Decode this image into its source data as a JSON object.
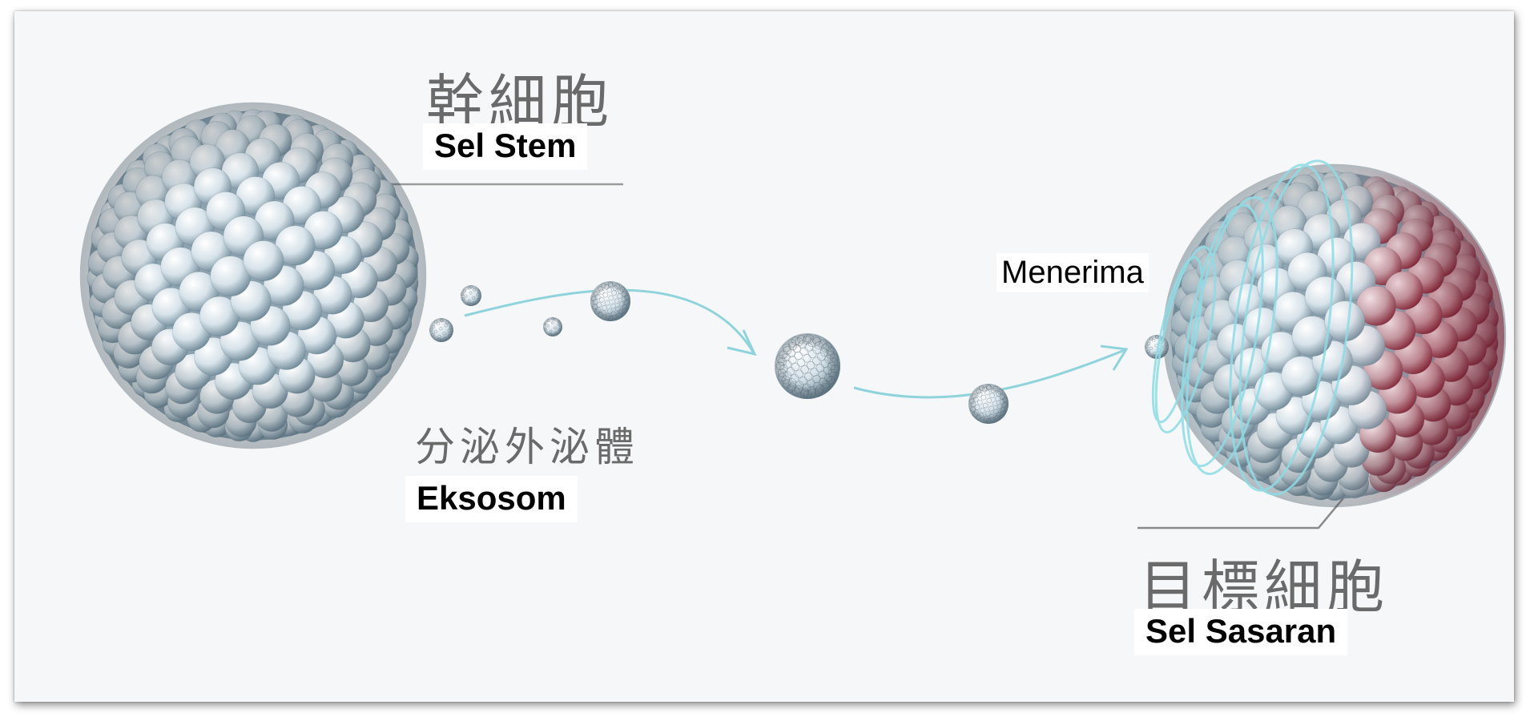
{
  "stem_cell": {
    "label_cjk": "幹細胞",
    "label_translation": "Sel Stem"
  },
  "exosome": {
    "label_cjk": "分泌外泌體",
    "label_translation": "Eksosom"
  },
  "receive": {
    "label": "Menerima"
  },
  "target_cell": {
    "label_cjk": "目標細胞",
    "label_translation": "Sel Sasaran"
  },
  "colors": {
    "background": "#f6f7f8",
    "stem_cell": "#b9ccd6",
    "target_cell_left": "#b9ccd6",
    "target_cell_right": "#8c2a3a",
    "path": "#8fd3dc",
    "leader_line": "#9a9a9a"
  }
}
